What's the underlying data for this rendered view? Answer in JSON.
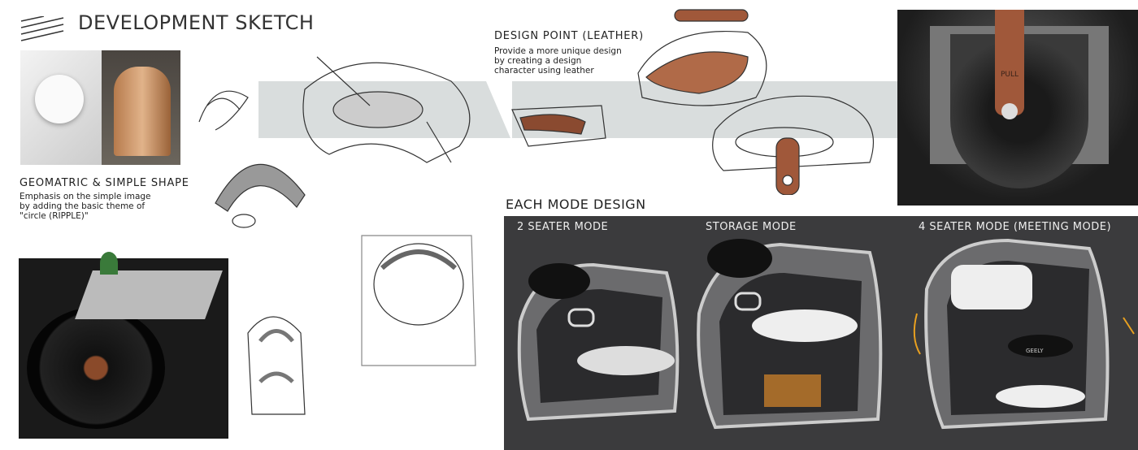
{
  "header": {
    "title": "DEVELOPMENT SKETCH",
    "logo_icon": "diagonal-lines-logo"
  },
  "concept": {
    "heading": "GEOMATRIC & SIMPLE SHAPE",
    "lines": [
      "Emphasis on the simple image",
      "by adding the basic theme of",
      "\"circle (RIPPLE)\""
    ]
  },
  "design_point": {
    "heading": "DESIGN POINT (LEATHER)",
    "lines": [
      "Provide a more unique design",
      "by creating a design",
      "character using leather"
    ]
  },
  "strap": {
    "label": "PULL"
  },
  "modes": {
    "heading": "EACH MODE DESIGN",
    "items": [
      {
        "label": "2 SEATER MODE"
      },
      {
        "label": "STORAGE MODE"
      },
      {
        "label": "4 SEATER MODE (MEETING MODE)"
      }
    ],
    "brand": "GEELY"
  },
  "colors": {
    "panel": "#3b3b3d",
    "band": "#d9dddd",
    "leather": "#a0583a",
    "accent": "#e8a020"
  }
}
